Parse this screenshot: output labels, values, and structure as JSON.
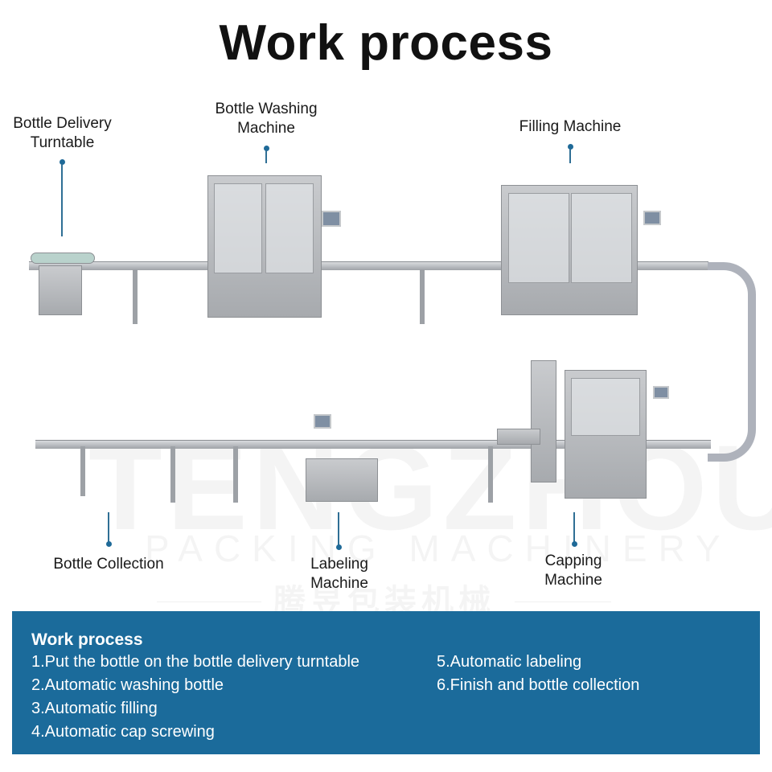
{
  "title": "Work process",
  "watermark": {
    "brand": "TENGZHOU",
    "subtitle": "PACKING MACHINERY",
    "chinese": "腾昱包装机械"
  },
  "machines": [
    {
      "id": "turntable",
      "label_line1": "Bottle Delivery",
      "label_line2": "Turntable"
    },
    {
      "id": "washing",
      "label_line1": "Bottle Washing",
      "label_line2": "Machine"
    },
    {
      "id": "filling",
      "label_line1": "Filling Machine",
      "label_line2": ""
    },
    {
      "id": "collection",
      "label_line1": "Bottle Collection",
      "label_line2": ""
    },
    {
      "id": "labeling",
      "label_line1": "Labeling",
      "label_line2": "Machine"
    },
    {
      "id": "capping",
      "label_line1": "Capping",
      "label_line2": "Machine"
    }
  ],
  "panel": {
    "heading": "Work process",
    "steps_left": [
      "1.Put the bottle on the bottle delivery turntable",
      "2.Automatic washing bottle",
      "3.Automatic filling",
      "4.Automatic cap screwing"
    ],
    "steps_right": [
      "5.Automatic labeling",
      "6.Finish and bottle collection"
    ],
    "background_color": "#1b6b9b"
  },
  "colors": {
    "accent_pin": "#1f6a98"
  }
}
